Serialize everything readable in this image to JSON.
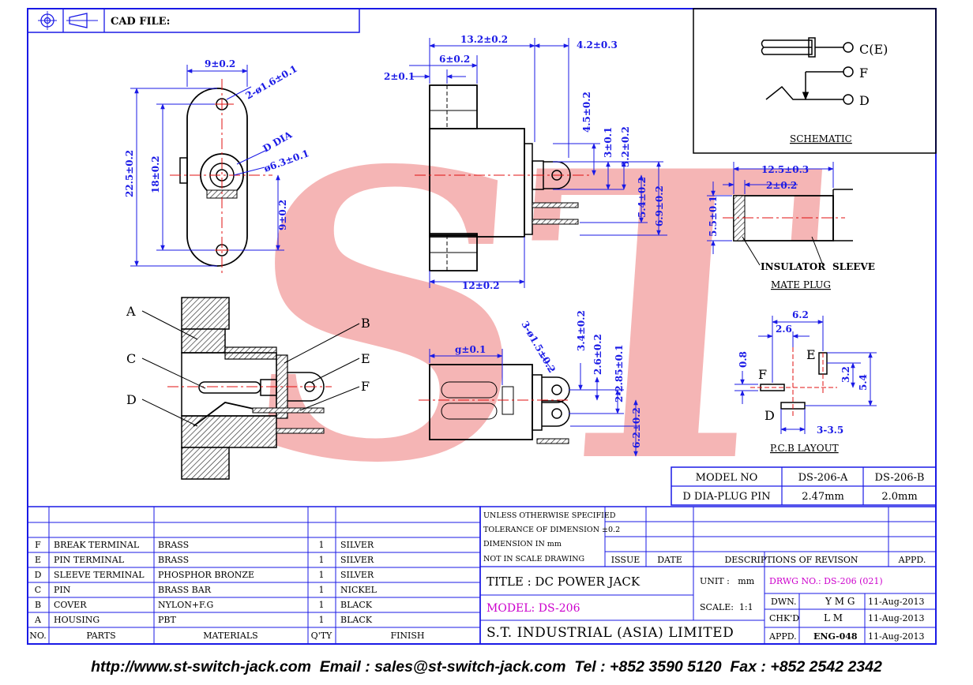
{
  "header": {
    "cad_file_label": "CAD FILE:"
  },
  "watermark": {
    "text": "ST"
  },
  "front_view": {
    "dim_width": "9±0.2",
    "dim_holes": "2-ø1.6±0.1",
    "dim_d_dia": "D DIA",
    "dim_bore": "ø6.3±0.1",
    "dim_height": "22.5±0.2",
    "dim_pitch": "18±0.2",
    "dim_half": "9±0.2"
  },
  "side_view": {
    "dim_total": "13.2±0.2",
    "dim_right": "4.2±0.3",
    "dim_6": "6±0.2",
    "dim_2": "2±0.1",
    "dim_45": "4.5±0.2",
    "dim_3": "3±0.1",
    "dim_32": "3.2±0.2",
    "dim_54": "5.4±0.2",
    "dim_69": "6.9±0.2",
    "dim_12": "12±0.2"
  },
  "section_view": {
    "labels": [
      "A",
      "B",
      "C",
      "E",
      "D",
      "F"
    ]
  },
  "bottom_view": {
    "dim_g": "g±0.1",
    "dim_holes": "3-ø1.5±0.2",
    "dim_34": "3.4±0.2",
    "dim_26": "2.6±0.2",
    "dim_285": "2-2.85±0.1",
    "dim_62": "6.2±0.2"
  },
  "schematic": {
    "title": "SCHEMATIC",
    "pin_c": "C(E)",
    "pin_f": "F",
    "pin_d": "D"
  },
  "mate_plug": {
    "title": "MATE PLUG",
    "dim_125": "12.5±0.3",
    "dim_2": "2±0.2",
    "dim_55": "5.5±0.1",
    "insulator": "INSULATOR",
    "sleeve": "SLEEVE"
  },
  "pcb_layout": {
    "title": "P.C.B LAYOUT",
    "dim_62": "6.2",
    "dim_26": "2.6",
    "dim_08": "0.8",
    "dim_32": "3.2",
    "dim_54": "5.4",
    "dim_335": "3-3.5",
    "pin_e": "E",
    "pin_f": "F",
    "pin_d": "D"
  },
  "model_table": {
    "header": [
      "MODEL NO",
      "DS-206-A",
      "DS-206-B"
    ],
    "row": [
      "D DIA-PLUG PIN",
      "2.47mm",
      "2.0mm"
    ]
  },
  "parts_list": {
    "columns": [
      "NO.",
      "PARTS",
      "MATERIALS",
      "Q'TY",
      "FINISH"
    ],
    "rows": [
      {
        "no": "F",
        "part": "BREAK TERMINAL",
        "material": "BRASS",
        "qty": "1",
        "finish": "SILVER"
      },
      {
        "no": "E",
        "part": "PIN TERMINAL",
        "material": "BRASS",
        "qty": "1",
        "finish": "SILVER"
      },
      {
        "no": "D",
        "part": "SLEEVE TERMINAL",
        "material": "PHOSPHOR BRONZE",
        "qty": "1",
        "finish": "SILVER"
      },
      {
        "no": "C",
        "part": "PIN",
        "material": "BRASS BAR",
        "qty": "1",
        "finish": "NICKEL"
      },
      {
        "no": "B",
        "part": "COVER",
        "material": "NYLON+F.G",
        "qty": "1",
        "finish": "BLACK"
      },
      {
        "no": "A",
        "part": "HOUSING",
        "material": "PBT",
        "qty": "1",
        "finish": "BLACK"
      }
    ]
  },
  "title_block": {
    "tolerance_lines": [
      "UNLESS OTHERWISE SPECIFIED",
      "TOLERANCE OF DIMENSION ±0.2",
      "DIMENSION IN mm",
      "NOT IN SCALE DRAWING"
    ],
    "rev_headers": [
      "ISSUE",
      "DATE",
      "DESCRIPTIONS OF REVISON",
      "APPD."
    ],
    "title": "TITLE : DC POWER JACK",
    "model": "MODEL: DS-206",
    "company": "S.T. INDUSTRIAL (ASIA) LIMITED",
    "unit": "UNIT :   mm",
    "scale": "SCALE:  1:1",
    "drwg_no": "DRWG NO.: DS-206 (021)",
    "dwn_label": "DWN.",
    "dwn_value": "Y M G",
    "dwn_date": "11-Aug-2013",
    "chk_label": "CHK'D",
    "chk_value": "L M",
    "chk_date": "11-Aug-2013",
    "appd_label": "APPD.",
    "appd_value": "ENG-048",
    "appd_date": "11-Aug-2013"
  },
  "footer": {
    "contact": "http://www.st-switch-jack.com  Email : sales@st-switch-jack.com  Tel : +852 3590 5120  Fax : +852 2542 2342"
  },
  "colors": {
    "line": "#1a1ae6",
    "ink": "#000000",
    "center": "#e01010",
    "watermark": "#f4a9a9",
    "magenta": "#cc00cc",
    "hatch": "#333333"
  }
}
